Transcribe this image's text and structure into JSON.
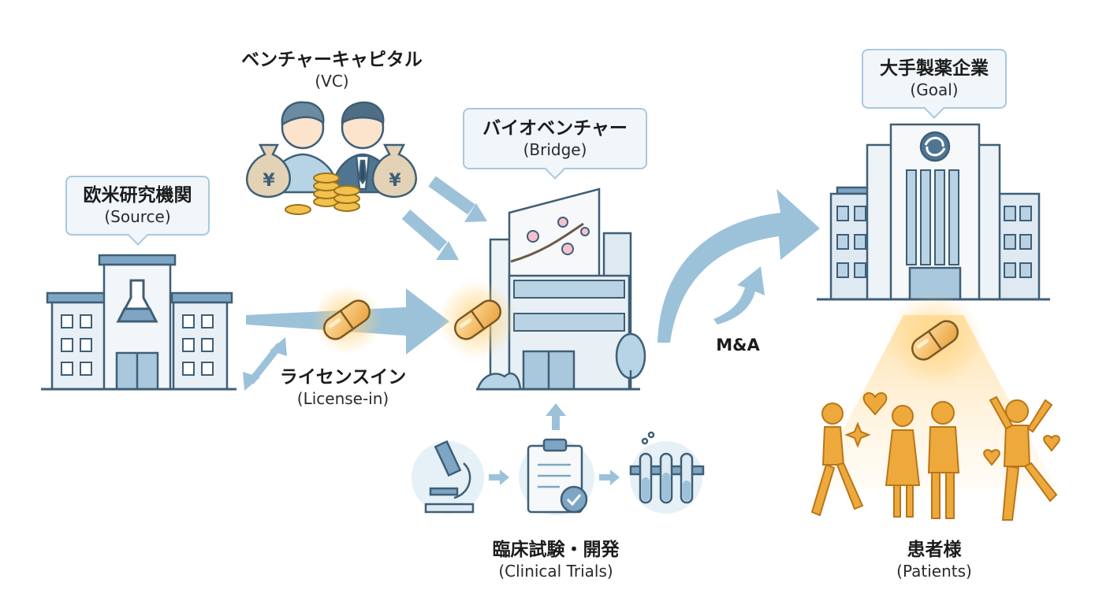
{
  "nodes": {
    "vc": {
      "ja": "ベンチャーキャピタル",
      "en": "(VC)"
    },
    "bio": {
      "ja": "バイオベンチャー",
      "en": "(Bridge)"
    },
    "pharma": {
      "ja": "大手製薬企業",
      "en": "(Goal)"
    },
    "source": {
      "ja": "欧米研究機関",
      "en": "(Source)"
    },
    "license": {
      "ja": "ライセンスイン",
      "en": "(License-in)"
    },
    "clinical": {
      "ja": "臨床試験・開発",
      "en": "(Clinical Trials)"
    },
    "patients": {
      "ja": "患者様",
      "en": "(Patients)"
    }
  },
  "edges": {
    "ma_label": "M&A"
  },
  "icons": {
    "vc": [
      "money-bag-yen-icon",
      "investor-person-icon",
      "coin-stack-icon"
    ],
    "source": "research-institute-building-icon",
    "bio": "biotech-building-icon",
    "pharma": "pharma-headquarters-icon",
    "drug": "capsule-icon",
    "clinical": [
      "microscope-icon",
      "clipboard-check-icon",
      "test-tubes-icon"
    ],
    "patients": "happy-patients-icon"
  },
  "colors": {
    "arrow": "#9cc2da",
    "building": "#dfe9f1",
    "outline": "#3e5f77",
    "capsule": "#f4b24a",
    "patients": "#eea93c"
  }
}
